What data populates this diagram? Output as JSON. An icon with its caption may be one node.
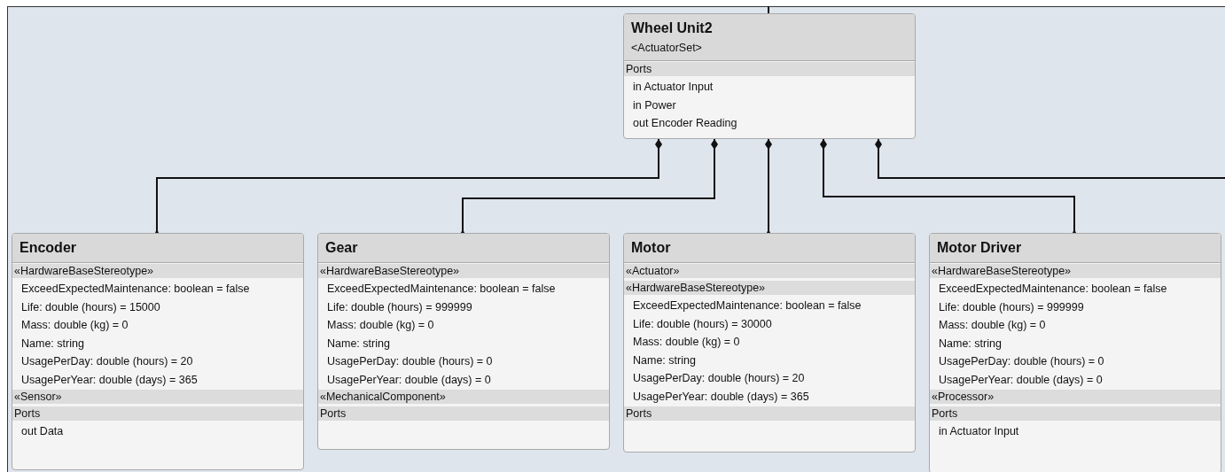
{
  "diagram": {
    "nodes": [
      {
        "text": [
          "Wheel Unit2",
          "<ActuatorSet>",
          "Ports",
          "in Actuator Input",
          "in Power",
          "out Encoder Reading"
        ]
      },
      {
        "text": [
          "Encoder",
          "«HardwareBaseStereotype»",
          "ExceedExpectedMaintenance: boolean = false",
          "Life: double (hours) = 15000",
          "Mass: double (kg) = 0",
          "Name: string",
          "UsagePerDay: double (hours) = 20",
          "UsagePerYear: double (days) = 365",
          "«Sensor»",
          "Ports",
          "out Data"
        ]
      },
      {
        "text": [
          "Gear",
          "«HardwareBaseStereotype»",
          "ExceedExpectedMaintenance: boolean = false",
          "Life: double (hours) = 999999",
          "Mass: double (kg) = 0",
          "Name: string",
          "UsagePerDay: double (hours) = 0",
          "UsagePerYear: double (days) = 0",
          "«MechanicalComponent»",
          "Ports"
        ]
      },
      {
        "text": [
          "Motor",
          "«Actuator»",
          "«HardwareBaseStereotype»",
          "ExceedExpectedMaintenance: boolean = false",
          "Life: double (hours) = 30000",
          "Mass: double (kg) = 0",
          "Name: string",
          "UsagePerDay: double (hours) = 20",
          "UsagePerYear: double (days) = 365",
          "Ports"
        ]
      },
      {
        "text": [
          "Motor Driver",
          "«HardwareBaseStereotype»",
          "ExceedExpectedMaintenance: boolean = false",
          "Life: double (hours) = 999999",
          "Mass: double (kg) = 0",
          "Name: string",
          "UsagePerDay: double (hours) = 0",
          "UsagePerYear: double (days) = 0",
          "«Processor»",
          "Ports",
          "in Actuator Input"
        ]
      }
    ],
    "edges": [
      {
        "from": null,
        "to": 0,
        "arrow": "none"
      },
      {
        "from": 0,
        "to": 1,
        "arrow": "other"
      },
      {
        "from": 0,
        "to": 2,
        "arrow": "other"
      },
      {
        "from": 0,
        "to": 3,
        "arrow": "other"
      },
      {
        "from": 0,
        "to": 4,
        "arrow": "other"
      },
      {
        "from": 0,
        "to": null,
        "arrow": "other"
      }
    ]
  }
}
